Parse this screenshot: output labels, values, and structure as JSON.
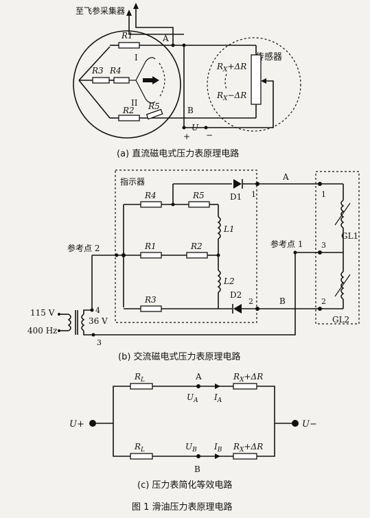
{
  "figure": {
    "title": "图 1  滑油压力表原理电路",
    "captions": {
      "a": "(a) 直流磁电式压力表原理电路",
      "b": "(b) 交流磁电式压力表原理电路",
      "c": "(c) 压力表简化等效电路"
    }
  },
  "diagram_a": {
    "to_collector": "至飞参采集器",
    "sensor": "传感器",
    "resistors": [
      "R1",
      "R2",
      "R3",
      "R4",
      "R5"
    ],
    "coils": [
      "I",
      "II"
    ],
    "node_a": "A",
    "node_b": "B",
    "rx_plus": "R",
    "rx_plus_sub": "X",
    "rx_plus_tail": "+ΔR",
    "rx_minus": "R",
    "rx_minus_sub": "X",
    "rx_minus_tail": "−ΔR",
    "supply": "U",
    "plus": "+",
    "minus": "−"
  },
  "diagram_b": {
    "indicator": "指示器",
    "resistors": [
      "R4",
      "R5",
      "R1",
      "R2",
      "R3"
    ],
    "coils": [
      "L1",
      "L2"
    ],
    "diodes": [
      "D1",
      "D2"
    ],
    "node_a": "A",
    "node_b": "B",
    "ref2": "参考点 2",
    "ref1": "参考点 1",
    "pins_left": [
      "1",
      "2"
    ],
    "pins_right": [
      "1",
      "3",
      "2"
    ],
    "pins_tx": [
      "4",
      "3"
    ],
    "v115": "115 V",
    "hz400": "400 Hz",
    "v36": "36 V",
    "gl1": "GL1",
    "gl2": "GL2"
  },
  "diagram_c": {
    "rl_top": "R",
    "rl_top_sub": "L",
    "rl_bottom": "R",
    "rl_bottom_sub": "L",
    "node_a": "A",
    "node_b": "B",
    "ua": "U",
    "ua_sub": "A",
    "ub": "U",
    "ub_sub": "B",
    "ia": "I",
    "ia_sub": "A",
    "ib": "I",
    "ib_sub": "B",
    "rx_top": "R",
    "rx_top_sub": "X",
    "rx_top_tail": "+ΔR",
    "rx_bottom": "R",
    "rx_bottom_sub": "X",
    "rx_bottom_tail": "+ΔR",
    "u_plus": "U+",
    "u_minus": "U−"
  }
}
